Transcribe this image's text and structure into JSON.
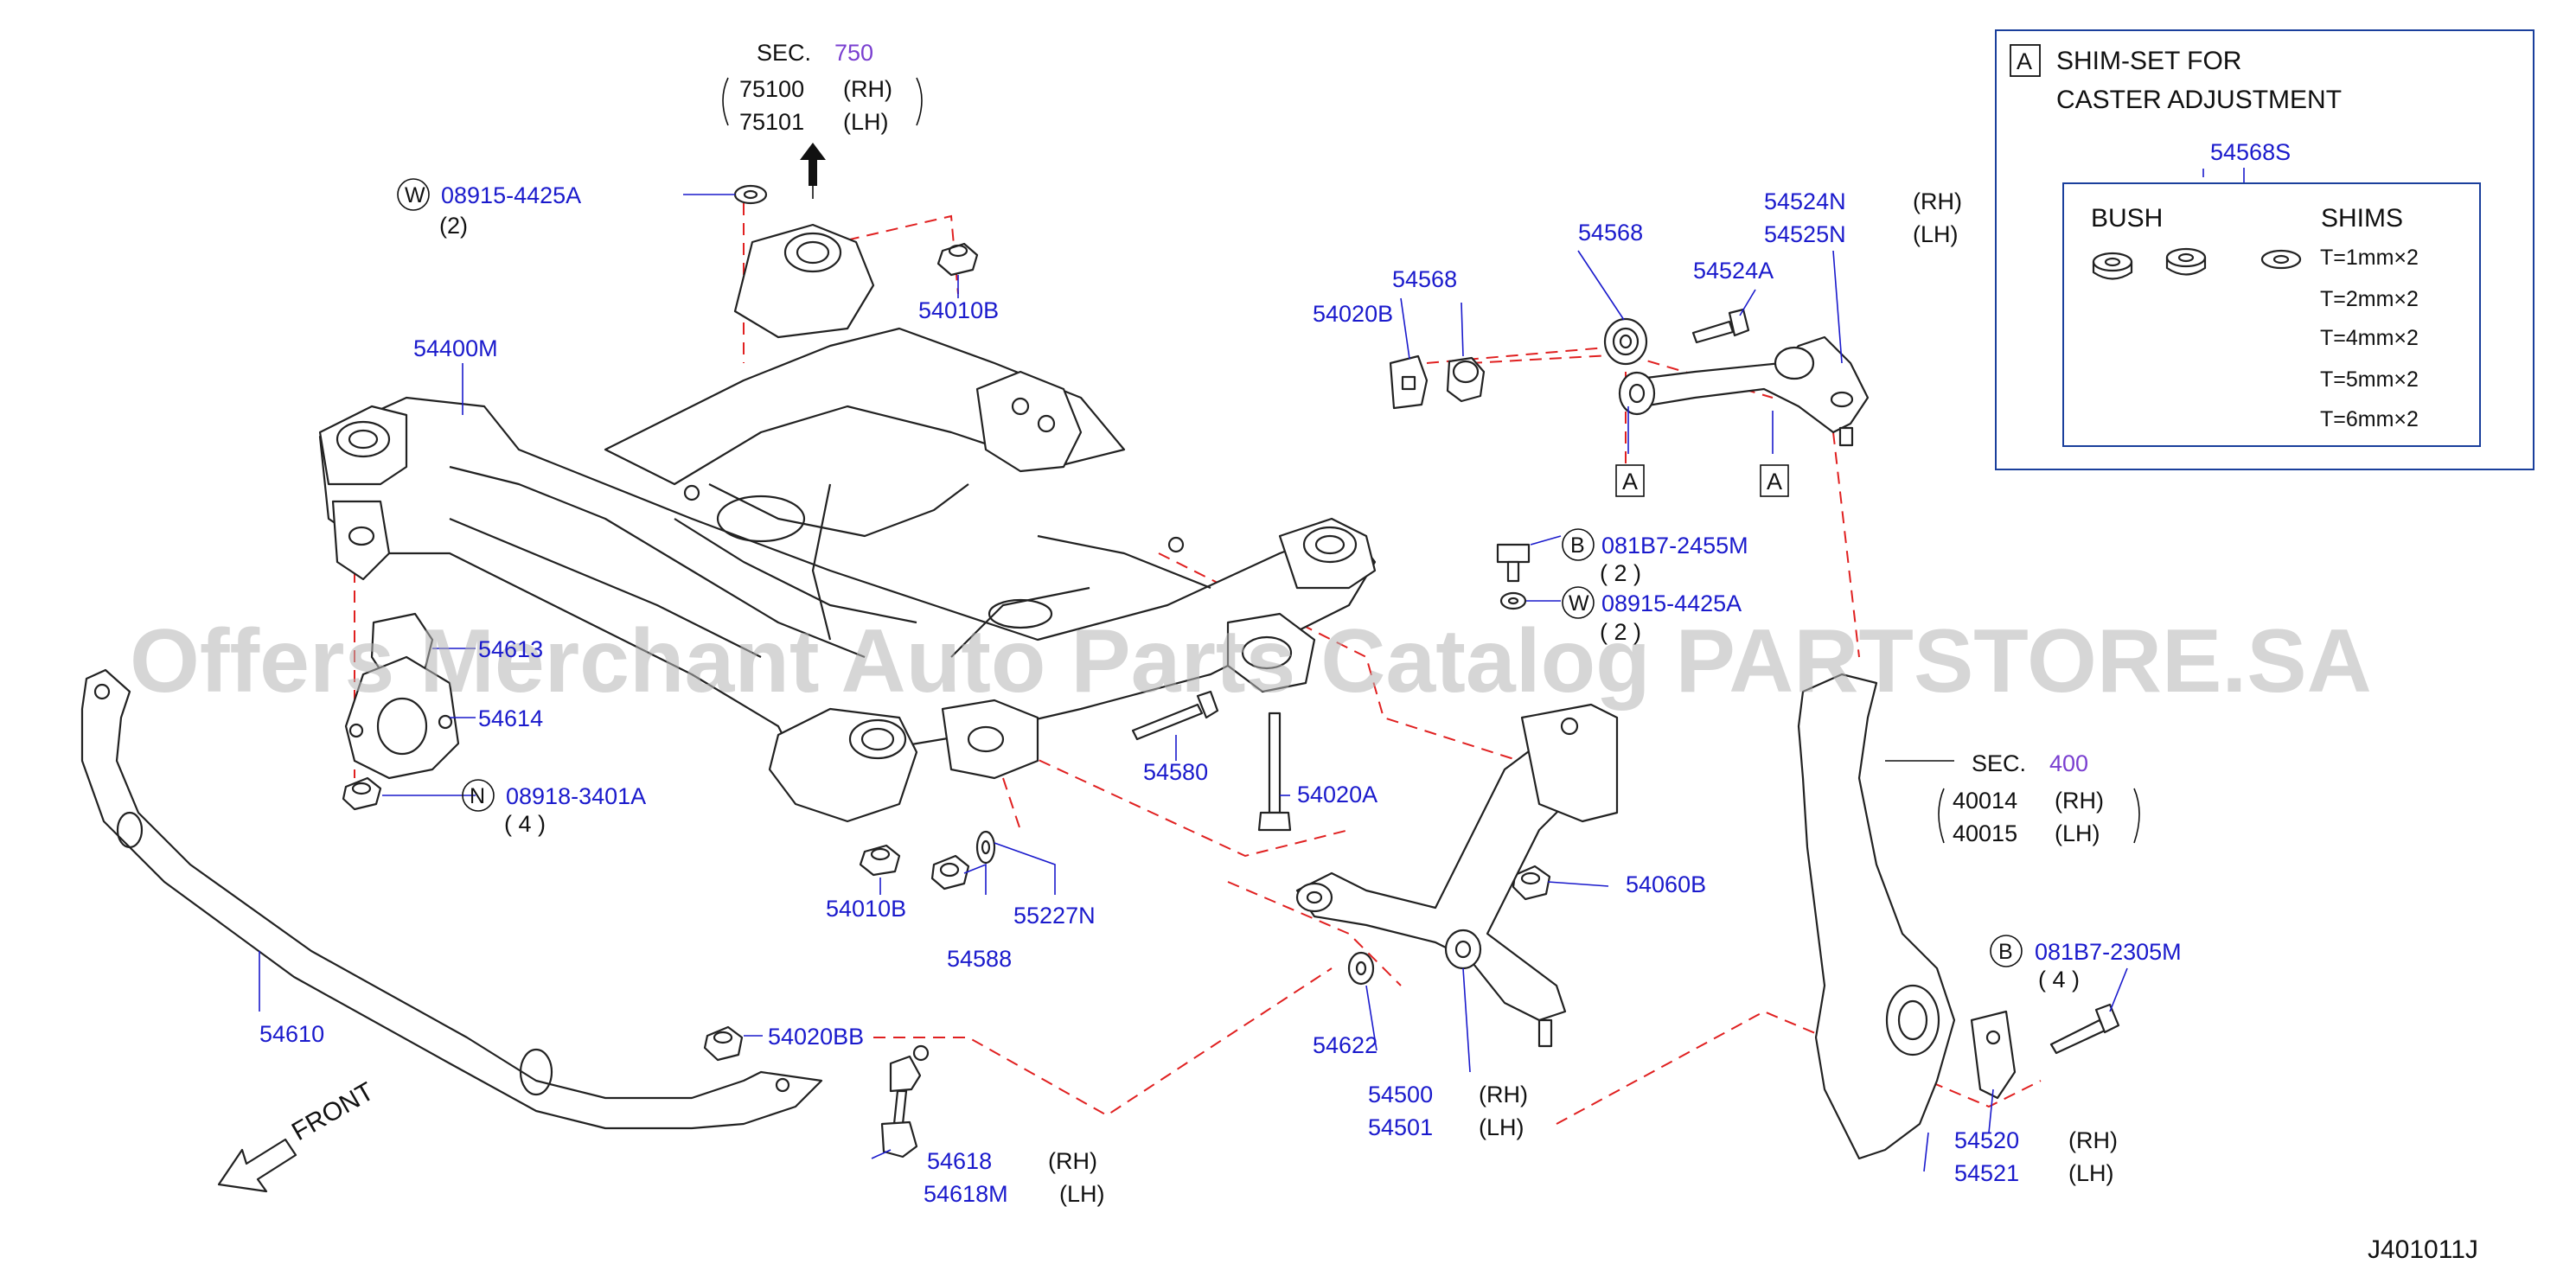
{
  "callouts": {
    "sec750": {
      "prefix": "SEC.",
      "number": "750"
    },
    "part75100": {
      "number": "75100",
      "side": "(RH)"
    },
    "part75101": {
      "number": "75101",
      "side": "(LH)"
    },
    "w_top": {
      "symbol": "W",
      "number": "08915-4425A",
      "qty": "(2)"
    },
    "n54010b_top": "54010B",
    "n54400m": "54400M",
    "n54568_left": "54568",
    "n54020b": "54020B",
    "n54568_right": "54568",
    "n54524a": "54524A",
    "n54524n": {
      "number": "54524N",
      "side": "(RH)"
    },
    "n54525n": {
      "number": "54525N",
      "side": "(LH)"
    },
    "box_a_1": "A",
    "box_a_2": "A",
    "b_upper": {
      "symbol": "B",
      "number": "081B7-2455M",
      "qty": "( 2 )"
    },
    "w_mid": {
      "symbol": "W",
      "number": "08915-4425A",
      "qty": "( 2 )"
    },
    "n54613": "54613",
    "n54614": "54614",
    "n_nut": {
      "symbol": "N",
      "number": "08918-3401A",
      "qty": "( 4 )"
    },
    "n54580": "54580",
    "n54020a": "54020A",
    "n54010b_bottom": "54010B",
    "n54588": "54588",
    "n55227n": "55227N",
    "n54060b": "54060B",
    "sec400": {
      "prefix": "SEC.",
      "number": "400"
    },
    "part40014": {
      "number": "40014",
      "side": "(RH)"
    },
    "part40015": {
      "number": "40015",
      "side": "(LH)"
    },
    "b_lower": {
      "symbol": "B",
      "number": "081B7-2305M",
      "qty": "( 4 )"
    },
    "n54610": "54610",
    "n54020bb": "54020BB",
    "n54622": "54622",
    "n54500": {
      "number": "54500",
      "side": "(RH)"
    },
    "n54501": {
      "number": "54501",
      "side": "(LH)"
    },
    "n54618": {
      "number": "54618",
      "side": "(RH)"
    },
    "n54618m": {
      "number": "54618M",
      "side": "(LH)"
    },
    "n54520": {
      "number": "54520",
      "side": "(RH)"
    },
    "n54521": {
      "number": "54521",
      "side": "(LH)"
    },
    "front": "FRONT"
  },
  "legend": {
    "symbol": "A",
    "title_line1": "SHIM-SET  FOR",
    "title_line2": "CASTER  ADJUSTMENT",
    "set_number": "54568S",
    "bush_label": "BUSH",
    "shims_label": "SHIMS",
    "shims": [
      "T=1mm×2",
      "T=2mm×2",
      "T=4mm×2",
      "T=5mm×2",
      "T=6mm×2"
    ]
  },
  "diagram_code": "J401011J",
  "watermark": "Offers Merchant Auto Parts Catalog PARTSTORE.SA"
}
